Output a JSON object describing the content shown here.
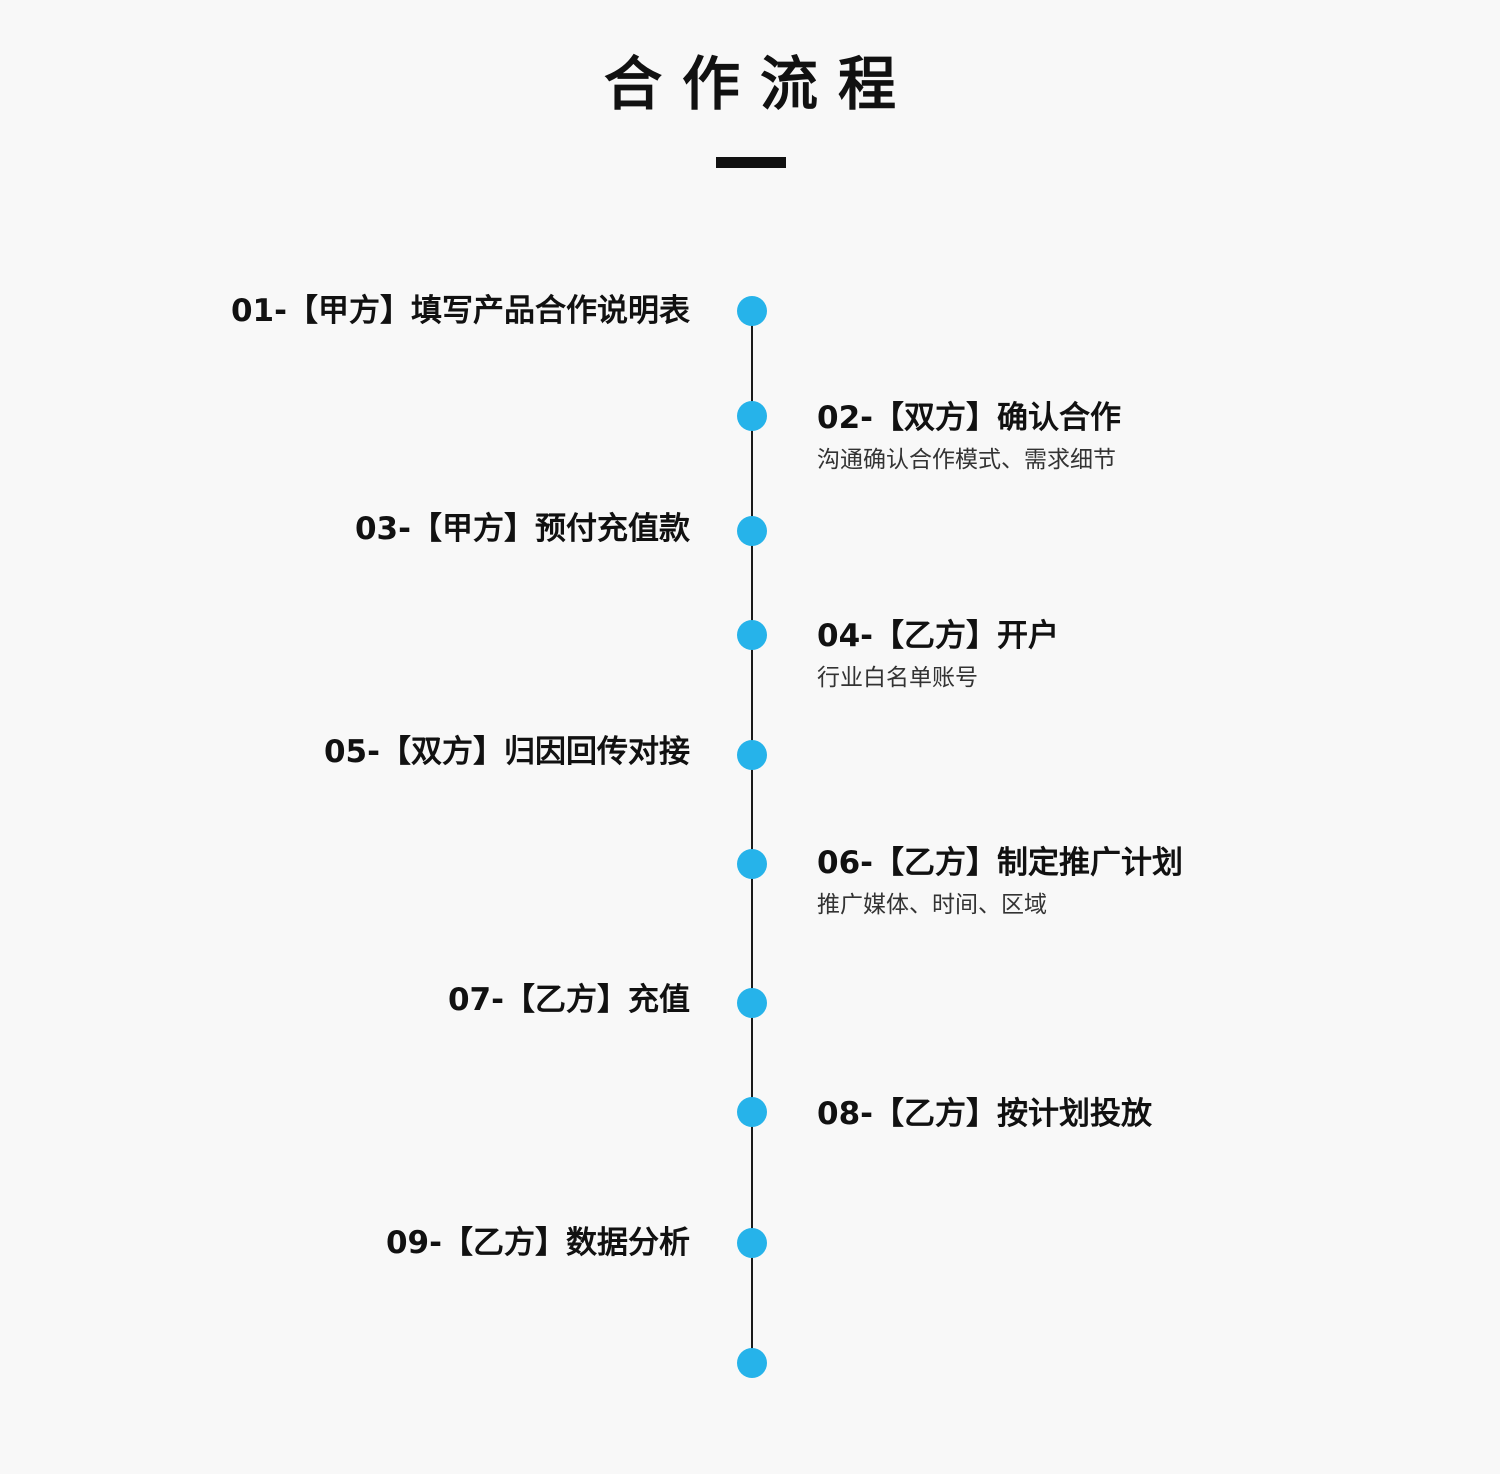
{
  "header": {
    "title": "合作流程"
  },
  "colors": {
    "accent": "#26b3ea",
    "text": "#111111",
    "background": "#f8f8f8"
  },
  "steps": [
    {
      "title": "01-【甲方】填写产品合作说明表",
      "desc": ""
    },
    {
      "title": "02-【双方】确认合作",
      "desc": "沟通确认合作模式、需求细节"
    },
    {
      "title": "03-【甲方】预付充值款",
      "desc": ""
    },
    {
      "title": "04-【乙方】开户",
      "desc": "行业白名单账号"
    },
    {
      "title": "05-【双方】归因回传对接",
      "desc": ""
    },
    {
      "title": "06-【乙方】制定推广计划",
      "desc": "推广媒体、时间、区域"
    },
    {
      "title": "07-【乙方】充值",
      "desc": ""
    },
    {
      "title": "08-【乙方】按计划投放",
      "desc": ""
    },
    {
      "title": "09-【乙方】数据分析",
      "desc": ""
    }
  ]
}
